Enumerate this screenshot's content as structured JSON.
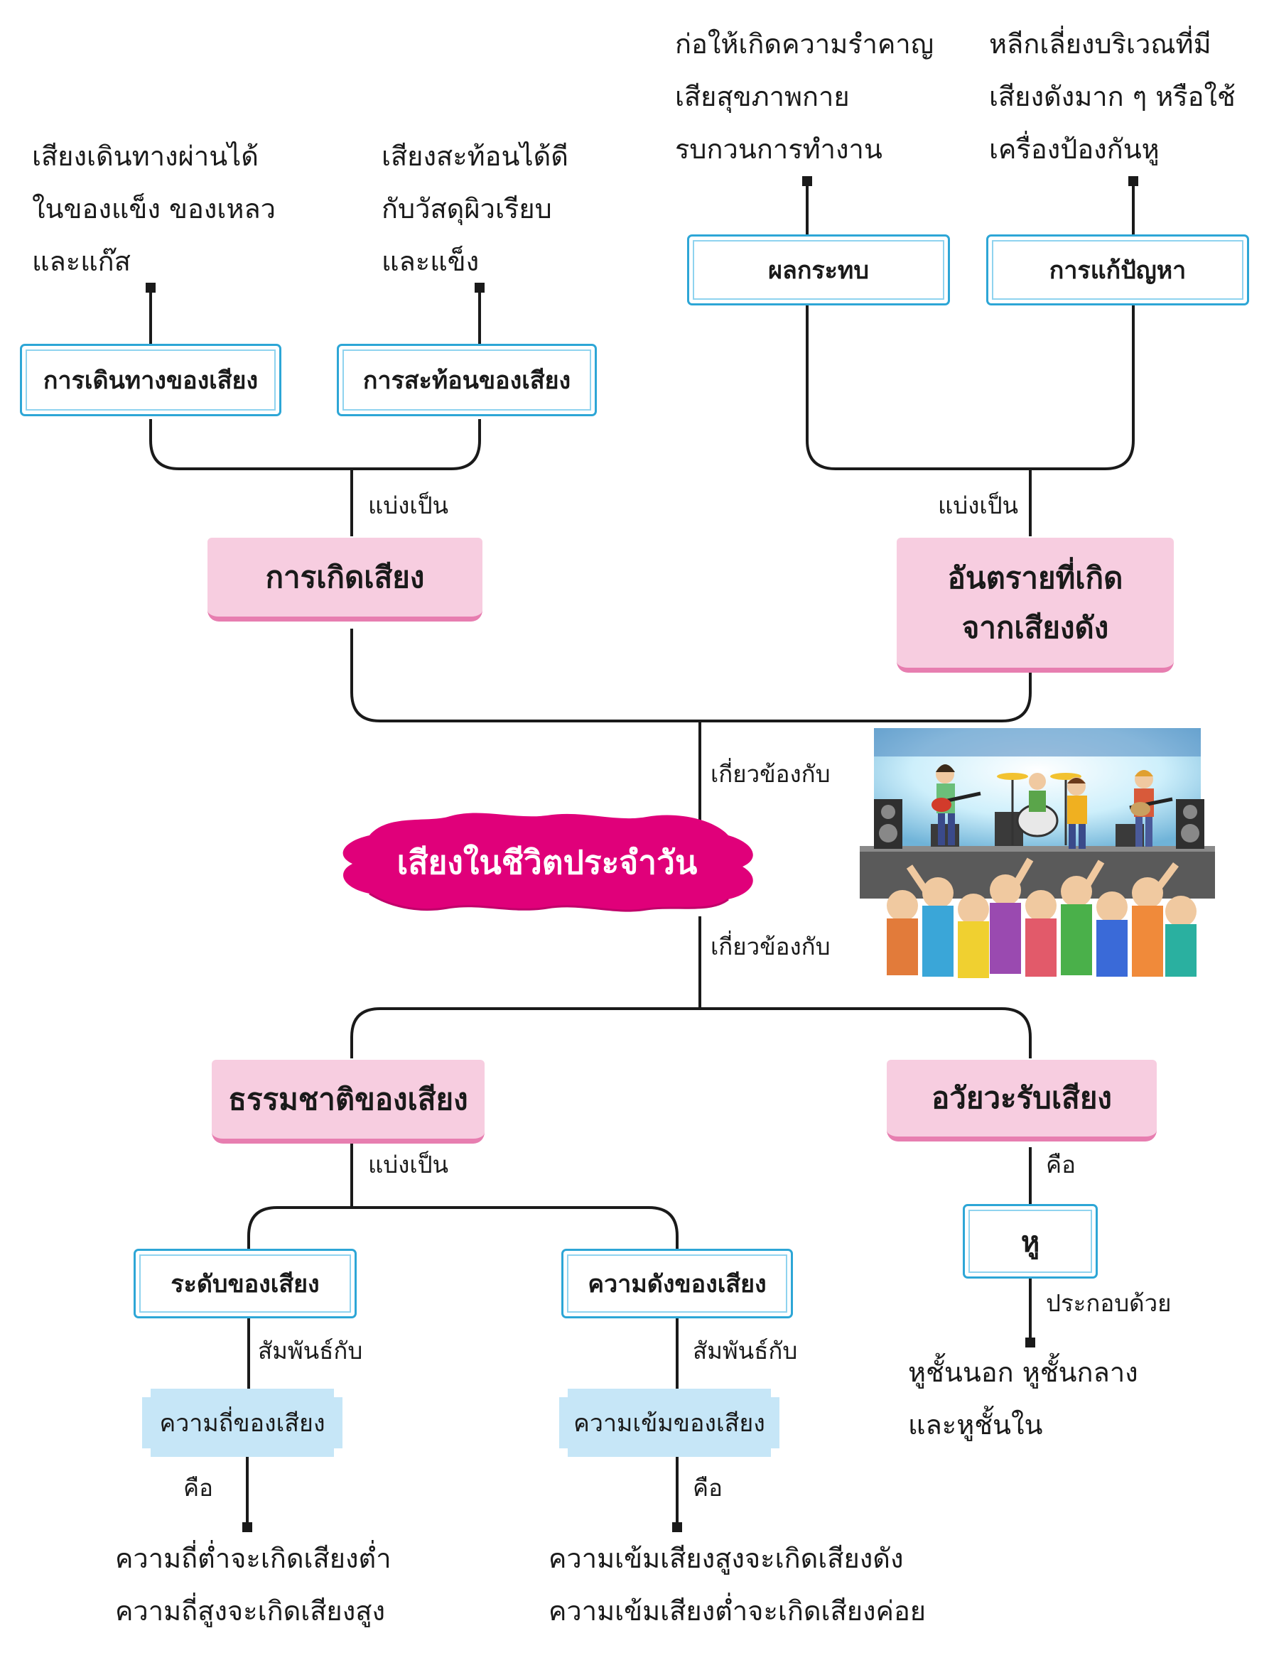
{
  "center": {
    "title": "เสียงในชีวิตประจำวัน"
  },
  "top_left": {
    "label_related": "เกี่ยวข้องกับ",
    "main": "การเกิดเสียง",
    "split_label": "แบ่งเป็น",
    "branch_travel": {
      "title": "การเดินทางของเสียง",
      "desc": [
        "เสียงเดินทางผ่านได้",
        "ในของแข็ง ของเหลว",
        "และแก๊ส"
      ]
    },
    "branch_reflect": {
      "title": "การสะท้อนของเสียง",
      "desc": [
        "เสียงสะท้อนได้ดี",
        "กับวัสดุผิวเรียบ",
        "และแข็ง"
      ]
    }
  },
  "top_right": {
    "main_line1": "อันตรายที่เกิด",
    "main_line2": "จากเสียงดัง",
    "split_label": "แบ่งเป็น",
    "branch_effect": {
      "title": "ผลกระทบ",
      "desc": [
        "ก่อให้เกิดความรำคาญ",
        "เสียสุขภาพกาย",
        "รบกวนการทำงาน"
      ]
    },
    "branch_solution": {
      "title": "การแก้ปัญหา",
      "desc": [
        "หลีกเลี่ยงบริเวณที่มี",
        "เสียงดังมาก ๆ หรือใช้",
        "เครื่องป้องกันหู"
      ]
    }
  },
  "bottom_left": {
    "label_related": "เกี่ยวข้องกับ",
    "main": "ธรรมชาติของเสียง",
    "split_label": "แบ่งเป็น",
    "pitch": {
      "title": "ระดับของเสียง",
      "relation": "สัมพันธ์กับ",
      "concept": "ความถี่ของเสียง",
      "is_label": "คือ",
      "desc": [
        "ความถี่ต่ำจะเกิดเสียงต่ำ",
        "ความถี่สูงจะเกิดเสียงสูง"
      ]
    },
    "loudness": {
      "title": "ความดังของเสียง",
      "relation": "สัมพันธ์กับ",
      "concept": "ความเข้มของเสียง",
      "is_label": "คือ",
      "desc": [
        "ความเข้มเสียงสูงจะเกิดเสียงดัง",
        "ความเข้มเสียงต่ำจะเกิดเสียงค่อย"
      ]
    }
  },
  "bottom_right": {
    "main": "อวัยวะรับเสียง",
    "is_label": "คือ",
    "organ": "หู",
    "consists_label": "ประกอบด้วย",
    "desc": [
      "หูชั้นนอก หูชั้นกลาง",
      "และหูชั้นใน"
    ]
  },
  "colors": {
    "pink_box": "#f7cde0",
    "pink_shadow": "#e77eb0",
    "cloud": "#e0007a",
    "cyan_border": "#2da6d6",
    "blue_box": "#c6e6f7"
  },
  "illustration": {
    "name": "concert-stage-illustration"
  }
}
